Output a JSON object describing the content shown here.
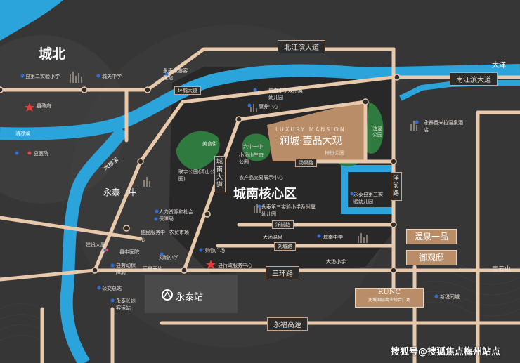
{
  "districts": {
    "chengbei": "城北",
    "chengnan_core": "城南核心区",
    "yongtai_yizhong": "永泰一中"
  },
  "roads": {
    "beijiang_bin": "北江滨大道",
    "nanjiang_bin": "南江滨大道",
    "san_huan": "三环路",
    "yongfu_gaosu": "永福高速",
    "yangqian": "洋前路",
    "chengnan_dadao": "城南大道",
    "tangquan": "汤泉路",
    "liucheng": "刘城路",
    "xiangyang": "洋前路",
    "tangquan_north": "汤泉路",
    "da_yang": "大洋",
    "qingliang": "清凉溪",
    "dazhangxi": "大樟溪",
    "left_ring": "环城大道"
  },
  "pois": {
    "xian_er_shiyan": "县第二实验小学",
    "chengguan_zhongxue": "城关中学",
    "xianzhengfu": "县政府",
    "xianyiyuan": "县医院",
    "luyou_keyunzhan": "永泰旅游客运站",
    "chengnan_xiaoxue": "城南小学及附属幼儿园",
    "kangyang": "康养中心",
    "meishijie": "美食街",
    "liuzhong_yizhong": "六中一中",
    "xiaotangshan": "小汤山生态公园",
    "lianmeng_gongyuan": "联宇公园(湾山公园)",
    "nongchanpin": "农产品交易展示中心",
    "meishugongyuan": "梅树公园",
    "binxi_gongyuan": "滨溪公园",
    "yongtai_sanshi": "永泰第三实验小学及附属幼儿园",
    "renli_ziyuan": "人力资源和社会保障局",
    "bianmin_fuwu": "便民服务中心",
    "nongmao_shichang": "农贸市场",
    "xian_zhongyi": "县中医院",
    "jianshe_dasha": "建设大厦",
    "xian_laodong": "县劳动保障局",
    "dongfeng_xiaoxue": "刘城小学",
    "gouwu_guangchang": "购物广场",
    "liujiao_tiandi": "丽景天地",
    "xingzheng_fuwu": "县行政服务中心",
    "datang_wenquan": "大汤温泉",
    "chengnan_zhongxue": "城南中学",
    "datang_xiaoxue": "大汤小学",
    "yongtai_xianmila": "永泰香米拉温泉酒店",
    "yongtai_sansan": "永泰县第三实验幼儿园",
    "gongjiaozong": "公交总站",
    "yongtai_keyun": "永泰长途客运站",
    "xinguang_tianlei": "新锐同城",
    "qingyun_shan": "青云山",
    "station": "永泰站"
  },
  "highlight": {
    "project_en": "LUXURY MANSION",
    "project_cn": "润城·壹品大观"
  },
  "badges": {
    "wenquan": "温泉一品",
    "yuguanxi": "御观邸",
    "runc_title": "RUNC",
    "runc_sub": "润城国际商业综合广场"
  },
  "watermark": "搜狐号@搜狐焦点梅州站点",
  "colors": {
    "river": "#2ba4dc",
    "road": "#e8c9ac",
    "project": "#b98d68",
    "green": "#3b8a4a"
  }
}
